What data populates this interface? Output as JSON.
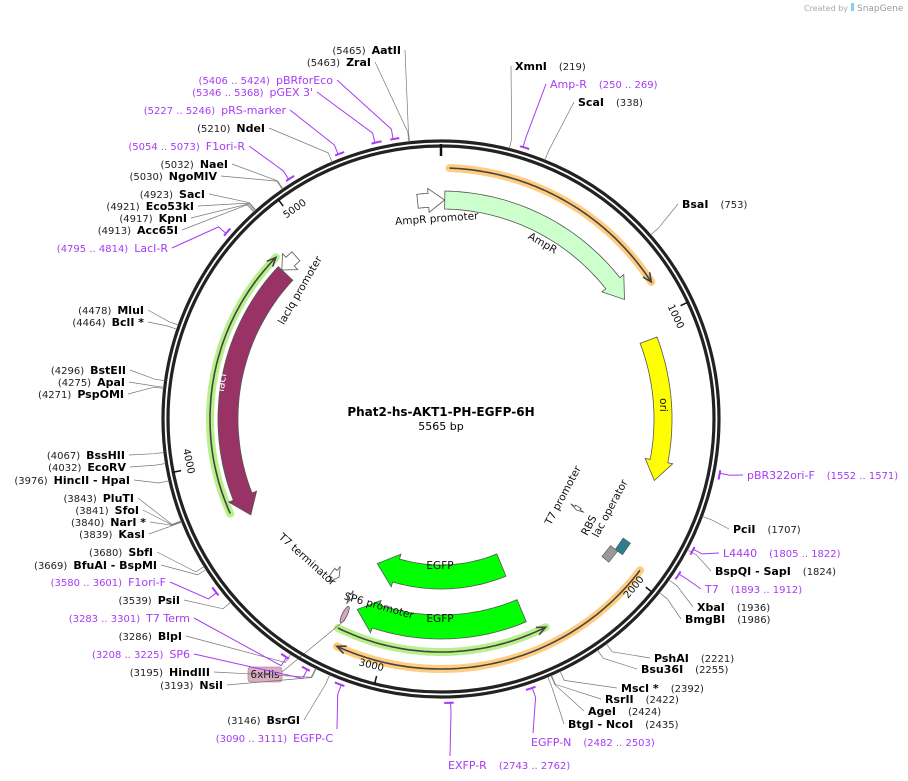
{
  "watermark": {
    "created_by": "Created by",
    "brand": "SnapGene"
  },
  "plasmid": {
    "name": "Phat2-hs-AKT1-PH-EGFP-6H",
    "length_label": "5565 bp",
    "length_bp": 5565
  },
  "ticks": [
    "1000",
    "2000",
    "3000",
    "4000",
    "5000"
  ],
  "features": [
    {
      "name": "AmpR promoter",
      "start": 5470,
      "end": 15,
      "direction": "forward",
      "color": "#ffffff"
    },
    {
      "name": "AmpR",
      "start": 15,
      "end": 880,
      "direction": "forward",
      "color": "#ccffcc"
    },
    {
      "name": "ori",
      "start": 1070,
      "end": 1640,
      "direction": "forward",
      "color": "#ffff00"
    },
    {
      "name": "T7 promoter",
      "start": 1895,
      "end": 1915,
      "direction": "forward",
      "color": "#ffffff"
    },
    {
      "name": "lac operator",
      "start": 1920,
      "end": 1945,
      "direction": "none",
      "color": "#2e7d8f"
    },
    {
      "name": "RBS",
      "start": 1950,
      "end": 1965,
      "direction": "none",
      "color": "#999999"
    },
    {
      "name": "EGFP",
      "start": 2435,
      "end": 3150,
      "direction": "forward",
      "color": "#00ff00"
    },
    {
      "name": "EGFP",
      "start": 2430,
      "end": 3150,
      "direction": "forward",
      "color": "#00ff00"
    },
    {
      "name": "6xHis",
      "start": 3160,
      "end": 3180,
      "direction": "none",
      "color": "#d4a7c0"
    },
    {
      "name": "SP6 promoter",
      "start": 3190,
      "end": 3210,
      "direction": "reverse",
      "color": "#ffffff"
    },
    {
      "name": "T7 terminator",
      "start": 3290,
      "end": 3330,
      "direction": "reverse",
      "color": "#ffffff"
    },
    {
      "name": "lacI",
      "start": 3760,
      "end": 4840,
      "direction": "reverse",
      "color": "#993366"
    },
    {
      "name": "lacIq promoter",
      "start": 4840,
      "end": 4920,
      "direction": "reverse",
      "color": "#ffffff"
    }
  ],
  "highlights": [
    {
      "start": 30,
      "end": 880,
      "direction": "forward",
      "color": "#ffcc80"
    },
    {
      "start": 1967,
      "end": 3163,
      "direction": "forward",
      "color": "#ffcc80"
    },
    {
      "start": 2370,
      "end": 3188,
      "direction": "reverse",
      "color": "#b8f08a"
    },
    {
      "start": 3800,
      "end": 4860,
      "direction": "forward",
      "color": "#b8f08a"
    }
  ],
  "sites": [
    {
      "name": "AatII",
      "loc": "(5465)",
      "pos": 5465
    },
    {
      "name": "ZraI",
      "loc": "(5463)",
      "pos": 5463
    },
    {
      "name": "NdeI",
      "loc": "(5210)",
      "pos": 5210
    },
    {
      "name": "NaeI",
      "loc": "(5032)",
      "pos": 5032
    },
    {
      "name": "NgoMIV",
      "loc": "(5030)",
      "pos": 5030
    },
    {
      "name": "SacI",
      "loc": "(4923)",
      "pos": 4923
    },
    {
      "name": "Eco53kI",
      "loc": "(4921)",
      "pos": 4921
    },
    {
      "name": "KpnI",
      "loc": "(4917)",
      "pos": 4917
    },
    {
      "name": "Acc65I",
      "loc": "(4913)",
      "pos": 4913
    },
    {
      "name": "MluI",
      "loc": "(4478)",
      "pos": 4478
    },
    {
      "name": "BclI *",
      "loc": "(4464)",
      "pos": 4464
    },
    {
      "name": "BstEII",
      "loc": "(4296)",
      "pos": 4296
    },
    {
      "name": "ApaI",
      "loc": "(4275)",
      "pos": 4275
    },
    {
      "name": "PspOMI",
      "loc": "(4271)",
      "pos": 4271
    },
    {
      "name": "BssHII",
      "loc": "(4067)",
      "pos": 4067
    },
    {
      "name": "EcoRV",
      "loc": "(4032)",
      "pos": 4032
    },
    {
      "name": "HincII  - HpaI",
      "loc": "(3976)",
      "pos": 3976
    },
    {
      "name": "PluTI",
      "loc": "(3843)",
      "pos": 3843
    },
    {
      "name": "SfoI",
      "loc": "(3841)",
      "pos": 3841
    },
    {
      "name": "NarI *",
      "loc": "(3840)",
      "pos": 3840
    },
    {
      "name": "KasI",
      "loc": "(3839)",
      "pos": 3839
    },
    {
      "name": "SbfI",
      "loc": "(3680)",
      "pos": 3680
    },
    {
      "name": "BfuAI  - BspMI",
      "loc": "(3669)",
      "pos": 3669
    },
    {
      "name": "PsiI",
      "loc": "(3539)",
      "pos": 3539
    },
    {
      "name": "BlpI",
      "loc": "(3286)",
      "pos": 3286
    },
    {
      "name": "HindIII",
      "loc": "(3195)",
      "pos": 3195
    },
    {
      "name": "NsiI",
      "loc": "(3193)",
      "pos": 3193
    },
    {
      "name": "BsrGI",
      "loc": "(3146)",
      "pos": 3146
    },
    {
      "name": "XmnI",
      "loc": "(219)",
      "pos": 219
    },
    {
      "name": "ScaI",
      "loc": "(338)",
      "pos": 338
    },
    {
      "name": "BsaI",
      "loc": "(753)",
      "pos": 753
    },
    {
      "name": "PciI",
      "loc": "(1707)",
      "pos": 1707
    },
    {
      "name": "BspQI  - SapI",
      "loc": "(1824)",
      "pos": 1824
    },
    {
      "name": "XbaI",
      "loc": "(1936)",
      "pos": 1936
    },
    {
      "name": "BmgBI",
      "loc": "(1986)",
      "pos": 1986
    },
    {
      "name": "PshAI",
      "loc": "(2221)",
      "pos": 2221
    },
    {
      "name": "Bsu36I",
      "loc": "(2255)",
      "pos": 2255
    },
    {
      "name": "MscI *",
      "loc": "(2392)",
      "pos": 2392
    },
    {
      "name": "RsrII",
      "loc": "(2422)",
      "pos": 2422
    },
    {
      "name": "AgeI",
      "loc": "(2424)",
      "pos": 2424
    },
    {
      "name": "BtgI  - NcoI",
      "loc": "(2435)",
      "pos": 2435
    }
  ],
  "primers": [
    {
      "name": "pBRforEco",
      "loc": "(5406 .. 5424)",
      "start": 5406,
      "end": 5424
    },
    {
      "name": "pGEX 3'",
      "loc": "(5346 .. 5368)",
      "start": 5346,
      "end": 5368
    },
    {
      "name": "pRS-marker",
      "loc": "(5227 .. 5246)",
      "start": 5227,
      "end": 5246
    },
    {
      "name": "F1ori-R",
      "loc": "(5054 .. 5073)",
      "start": 5054,
      "end": 5073
    },
    {
      "name": "LacI-R",
      "loc": "(4795 .. 4814)",
      "start": 4795,
      "end": 4814
    },
    {
      "name": "F1ori-F",
      "loc": "(3580 .. 3601)",
      "start": 3580,
      "end": 3601
    },
    {
      "name": "T7 Term",
      "loc": "(3283 .. 3301)",
      "start": 3283,
      "end": 3301
    },
    {
      "name": "SP6",
      "loc": "(3208 .. 3225)",
      "start": 3208,
      "end": 3225
    },
    {
      "name": "EGFP-C",
      "loc": "(3090 .. 3111)",
      "start": 3090,
      "end": 3111
    },
    {
      "name": "Amp-R",
      "loc": "(250 .. 269)",
      "start": 250,
      "end": 269
    },
    {
      "name": "pBR322ori-F",
      "loc": "(1552 .. 1571)",
      "start": 1552,
      "end": 1571
    },
    {
      "name": "L4440",
      "loc": "(1805 .. 1822)",
      "start": 1805,
      "end": 1822
    },
    {
      "name": "T7",
      "loc": "(1893 .. 1912)",
      "start": 1893,
      "end": 1912
    },
    {
      "name": "EGFP-N",
      "loc": "(2482 .. 2503)",
      "start": 2482,
      "end": 2503
    },
    {
      "name": "EXFP-R",
      "loc": "(2743 .. 2762)",
      "start": 2743,
      "end": 2762
    }
  ]
}
